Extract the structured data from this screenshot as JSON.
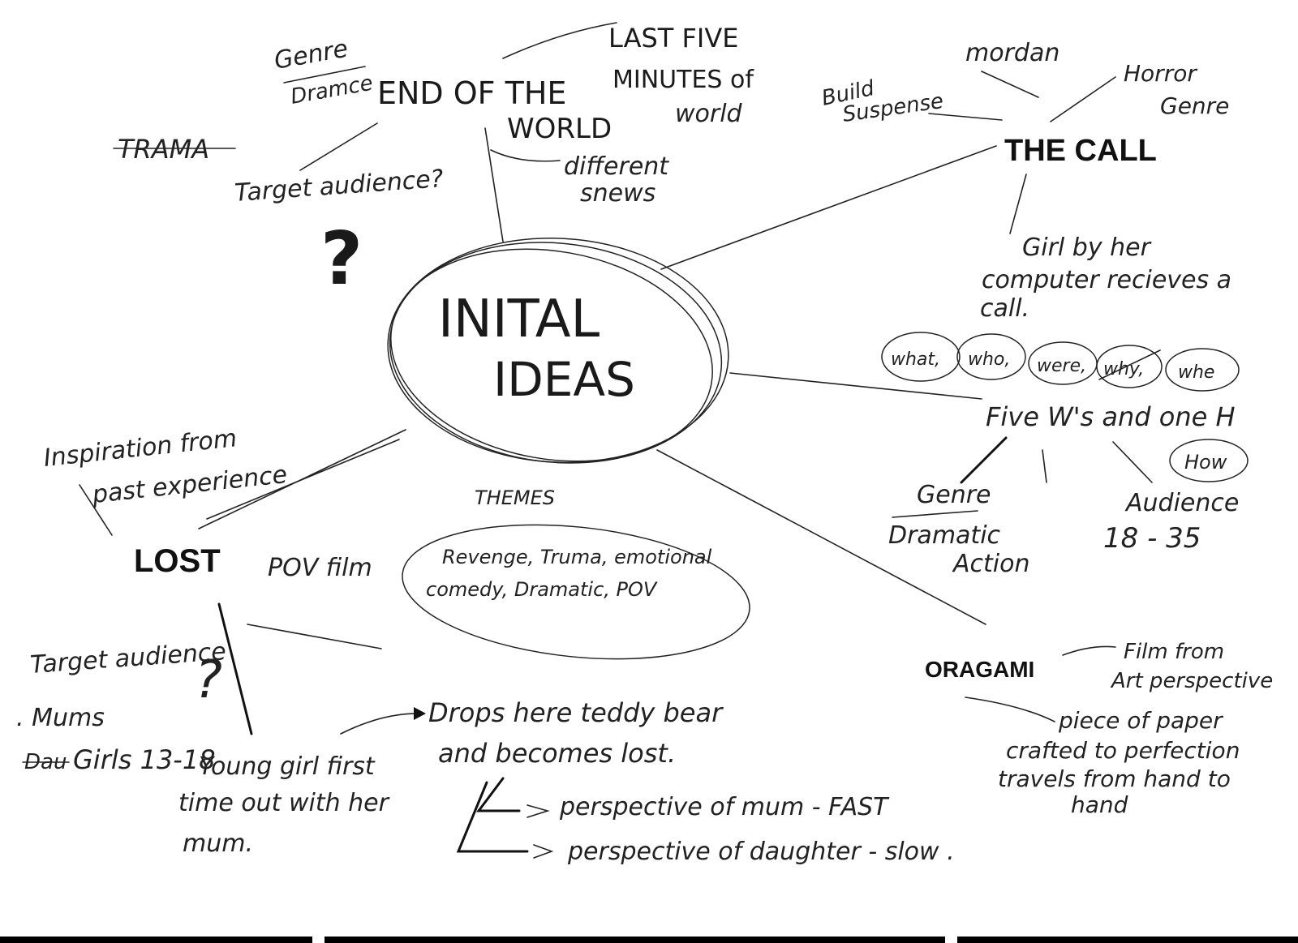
{
  "center": {
    "line1": "INITAL",
    "line2": "IDEAS"
  },
  "end_of_world": {
    "title_a": "END OF THE",
    "title_b": "WORLD",
    "genre_label": "Genre",
    "genre_value": "Dramce",
    "strike": "TRAMA",
    "target": "Target audience?",
    "qmark": "?",
    "last1": "LAST FIVE",
    "last2": "MINUTES of",
    "last3": "world",
    "diff1": "different",
    "diff2": "snews"
  },
  "the_call": {
    "title": "THE CALL",
    "modern": "mordan",
    "horror1": "Horror",
    "horror2": "Genre",
    "build1": "Build",
    "build2": "Suspense",
    "desc1": "Girl by her",
    "desc2": "computer recieves a",
    "desc3": "call.",
    "ws": [
      "what,",
      "who,",
      "were,",
      "why,",
      "whe"
    ],
    "five": "Five W's and one H",
    "how": "How",
    "genre_label": "Genre",
    "genre1": "Dramatic",
    "genre2": "Action",
    "aud_label": "Audience",
    "aud_value": "18 - 35"
  },
  "lost": {
    "title": "LOST",
    "pov": "POV film",
    "insp1": "Inspiration from",
    "insp2": "past experience",
    "target": "Target audience",
    "qmark": "?",
    "mums": ". Mums",
    "strike": "Dau",
    "girls": "Girls 13-18",
    "young1": "Young girl first",
    "young2": "time out with her",
    "young3": "mum.",
    "drops1": "Drops here teddy bear",
    "drops2": "and becomes lost.",
    "persp1": "perspective of mum - FAST",
    "persp2": "perspective of daughter - slow ."
  },
  "themes": {
    "label": "THEMES",
    "line1": "Revenge, Truma, emotional",
    "line2": "comedy, Dramatic, POV"
  },
  "origami": {
    "title": "ORAGAMI",
    "film1": "Film from",
    "film2": "Art perspective",
    "desc1": "piece of paper",
    "desc2": "crafted to perfection",
    "desc3": "travels from hand to",
    "desc4": "hand"
  }
}
